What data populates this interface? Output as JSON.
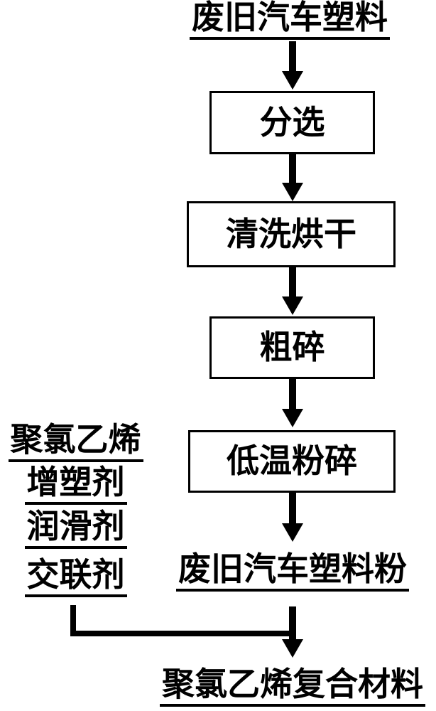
{
  "flowchart": {
    "source_label": "废旧汽车塑料",
    "process_boxes": [
      {
        "label": "分选"
      },
      {
        "label": "清洗烘干"
      },
      {
        "label": "粗碎"
      },
      {
        "label": "低温粉碎"
      }
    ],
    "intermediate_label": "废旧汽车塑料粉",
    "additive_labels": [
      {
        "label": "聚氯乙烯"
      },
      {
        "label": "增塑剂"
      },
      {
        "label": "润滑剂"
      },
      {
        "label": "交联剂"
      }
    ],
    "result_label": "聚氯乙烯复合材料",
    "colors": {
      "ink": "#000000",
      "background": "#ffffff"
    }
  }
}
